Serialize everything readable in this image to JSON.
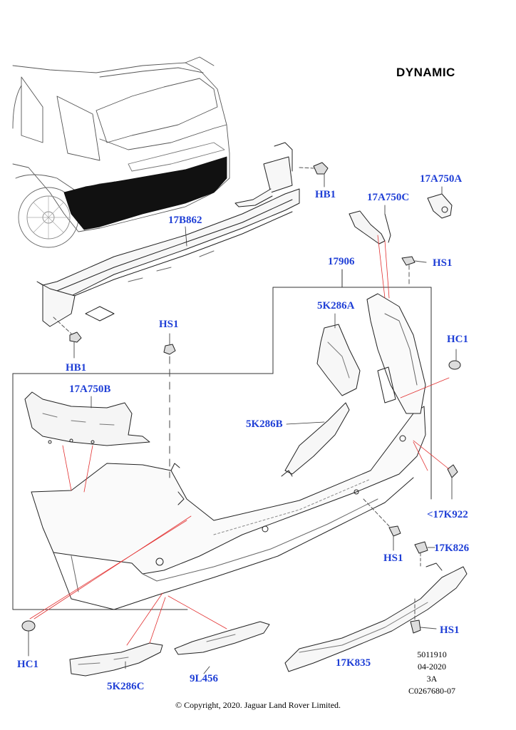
{
  "title": "DYNAMIC",
  "labels": {
    "hb1_top": "HB1",
    "a17a750a": "17A750A",
    "a17a750c": "17A750C",
    "b17b862": "17B862",
    "p17906": "17906",
    "hs1_top": "HS1",
    "k5k286a": "5K286A",
    "hc1_right": "HC1",
    "hs1_mid": "HS1",
    "hb1_left": "HB1",
    "a17a750b": "17A750B",
    "k5k286b": "5K286B",
    "k17k922": "<17K922",
    "hs1_low": "HS1",
    "k17k826": "17K826",
    "hs1_right": "HS1",
    "hc1_left": "HC1",
    "k17k835": "17K835",
    "k5k286c": "5K286C",
    "l9l456": "9L456"
  },
  "meta": {
    "ref1": "5011910",
    "date": "04-2020",
    "rev": "3A",
    "code": "C0267680-07"
  },
  "copyright": "© Copyright, 2020. Jaguar Land Rover Limited."
}
